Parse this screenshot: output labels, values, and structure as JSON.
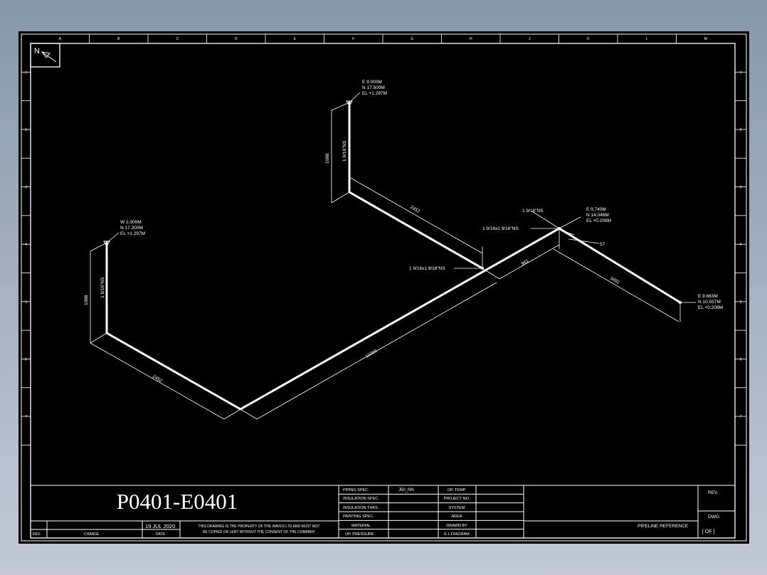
{
  "border": {
    "columns": [
      "A",
      "B",
      "C",
      "D",
      "E",
      "F",
      "G",
      "H",
      "J",
      "K",
      "L",
      "M"
    ],
    "rows": [
      "1",
      "2",
      "3",
      "4",
      "5",
      "6",
      "7"
    ]
  },
  "north_arrow": {
    "label": "N"
  },
  "coords": {
    "top": [
      "E 9.000M",
      "N 17.500M",
      "EL +1.297M"
    ],
    "left": [
      "W 2.000M",
      "N 17.300M",
      "EL +1.297M"
    ],
    "junction": [
      "E 9.740M",
      "N 14.048M",
      "EL +0.208M"
    ],
    "end": [
      "E 9.663M",
      "N 10.557M",
      "EL +0.208M"
    ]
  },
  "pipe_labels": {
    "top_size": "1 9/16\"NS",
    "left_size": "1 9/16\"NS",
    "tee_top": "1 9/16\"NS",
    "tee_mid": "1 9/16x1 9/16\"NS",
    "tee_low": "1 9/16x1 9/16\"NS"
  },
  "dimensions": {
    "top_vertical": "1088",
    "top_diag": "2452",
    "left_vertical": "1088",
    "left_diag": "2452",
    "long_run": "11000",
    "short_run": "981",
    "end_run": "3491",
    "small": "57"
  },
  "title_block": {
    "drawing_title": "P0401-E0401",
    "date": "19 JUL 2020",
    "rev_header": "REV.",
    "change_header": "CHANGE",
    "date_header": "DATE",
    "property_note_1": "THIS DRAWING IS THE PROPERTY OF THE WAVES LTD AND MUST NOT",
    "property_note_2": "BE COPIED OR LENT WITHOUT THE CONSENT OF THE COMPANY",
    "spec_labels": [
      "PIPING SPEC.",
      "INSULATION SPEC.",
      "INSULATION THKS.",
      "PAINTING SPEC.",
      "MATERIAL",
      "OP. PRESSURE"
    ],
    "spec_values": [
      "J50_NN",
      "",
      "",
      "",
      "",
      ""
    ],
    "info_labels": [
      "OP. TEMP.",
      "PROJECT NO.",
      "SYSTEM",
      "AREA",
      "DRAWN BY",
      "E.L.DIAGRAM"
    ],
    "pipeline_reference": "PIPELINE REFERENCE",
    "rev_box": "REV.",
    "dwg_box": "DWG.",
    "of_box": "[   OF   ]"
  },
  "colors": {
    "background": "#000000",
    "line": "#ffffff",
    "frame_outer": "#8797ab"
  }
}
